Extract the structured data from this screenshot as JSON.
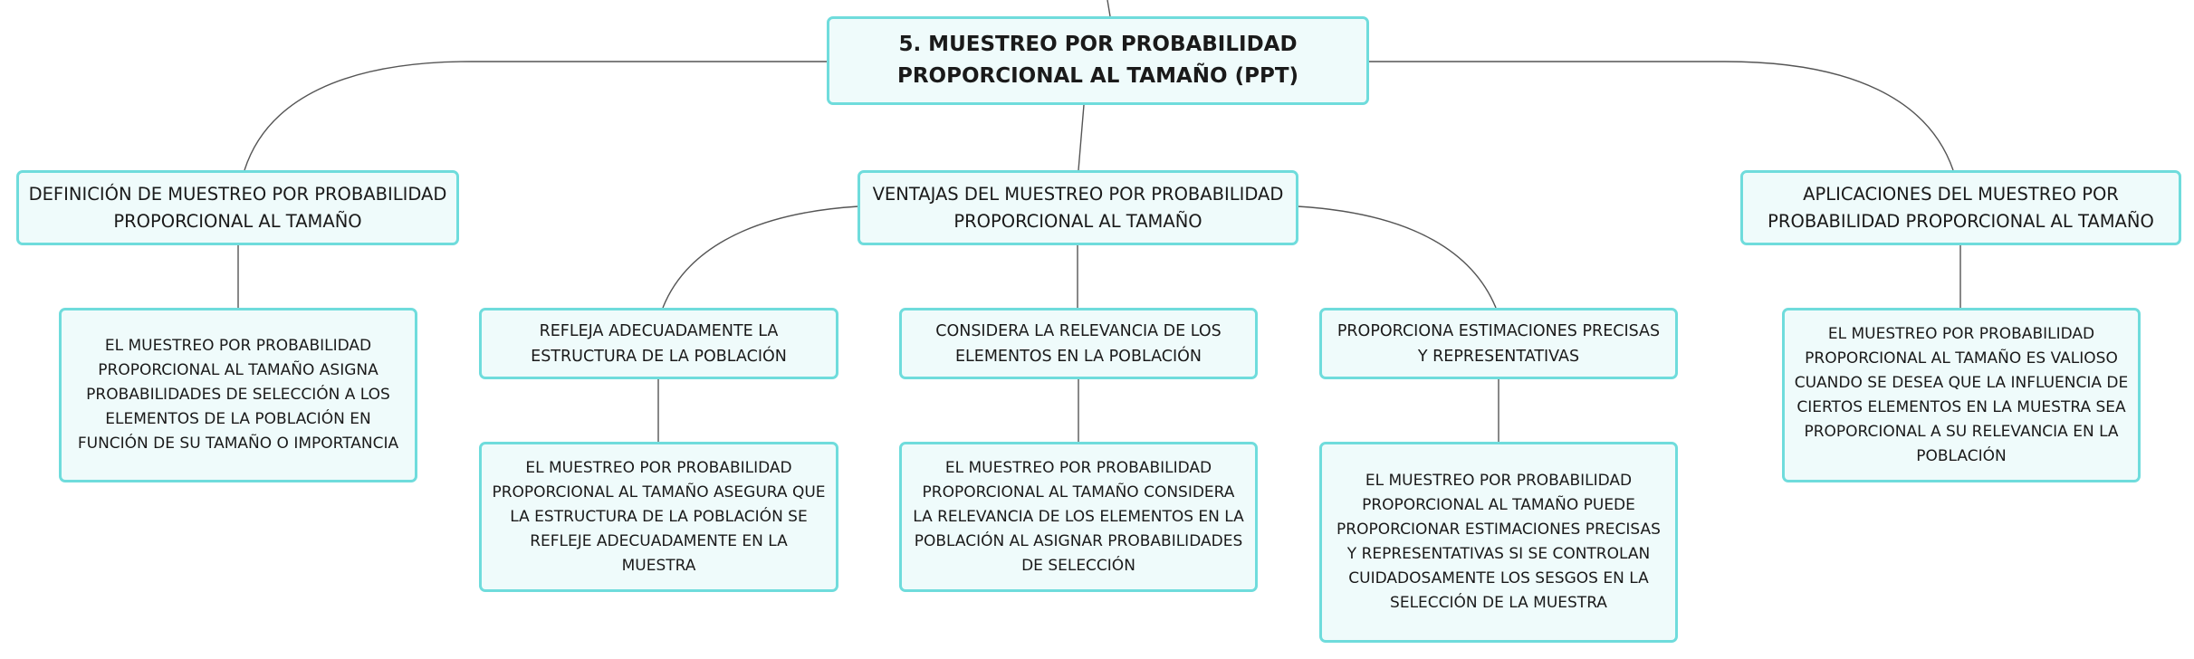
{
  "root": {
    "label": "5. MUESTREO POR PROBABILIDAD PROPORCIONAL AL TAMAÑO (PPT)"
  },
  "branches": {
    "definicion": {
      "label": "DEFINICIÓN DE MUESTREO POR PROBABILIDAD PROPORCIONAL AL TAMAÑO",
      "detail": "EL MUESTREO POR PROBABILIDAD PROPORCIONAL AL TAMAÑO ASIGNA PROBABILIDADES DE SELECCIÓN A LOS ELEMENTOS DE LA POBLACIÓN EN FUNCIÓN DE SU TAMAÑO O IMPORTANCIA"
    },
    "ventajas": {
      "label": "VENTAJAS DEL MUESTREO POR PROBABILIDAD PROPORCIONAL AL TAMAÑO",
      "children": [
        {
          "label": "REFLEJA ADECUADAMENTE LA ESTRUCTURA DE LA POBLACIÓN",
          "detail": "EL MUESTREO POR PROBABILIDAD PROPORCIONAL AL TAMAÑO ASEGURA QUE LA ESTRUCTURA DE LA POBLACIÓN SE REFLEJE ADECUADAMENTE EN LA MUESTRA"
        },
        {
          "label": "CONSIDERA LA RELEVANCIA DE LOS ELEMENTOS EN LA POBLACIÓN",
          "detail": "EL MUESTREO POR PROBABILIDAD PROPORCIONAL AL TAMAÑO CONSIDERA LA RELEVANCIA DE LOS ELEMENTOS EN LA POBLACIÓN AL ASIGNAR PROBABILIDADES DE SELECCIÓN"
        },
        {
          "label": "PROPORCIONA ESTIMACIONES PRECISAS Y REPRESENTATIVAS",
          "detail": "EL MUESTREO POR PROBABILIDAD PROPORCIONAL AL TAMAÑO PUEDE PROPORCIONAR ESTIMACIONES PRECISAS Y REPRESENTATIVAS SI SE CONTROLAN CUIDADOSAMENTE LOS SESGOS EN LA SELECCIÓN DE LA MUESTRA"
        }
      ]
    },
    "aplicaciones": {
      "label": "APLICACIONES DEL MUESTREO POR PROBABILIDAD PROPORCIONAL AL TAMAÑO",
      "detail": "EL MUESTREO POR PROBABILIDAD PROPORCIONAL AL TAMAÑO ES VALIOSO CUANDO SE DESEA QUE LA INFLUENCIA DE CIERTOS ELEMENTOS EN LA MUESTRA SEA PROPORCIONAL A SU RELEVANCIA EN LA POBLACIÓN"
    }
  },
  "colors": {
    "node_border": "#6fdcdc",
    "node_fill": "#effbfb",
    "connector": "#555555",
    "text": "#1a1a1a"
  }
}
